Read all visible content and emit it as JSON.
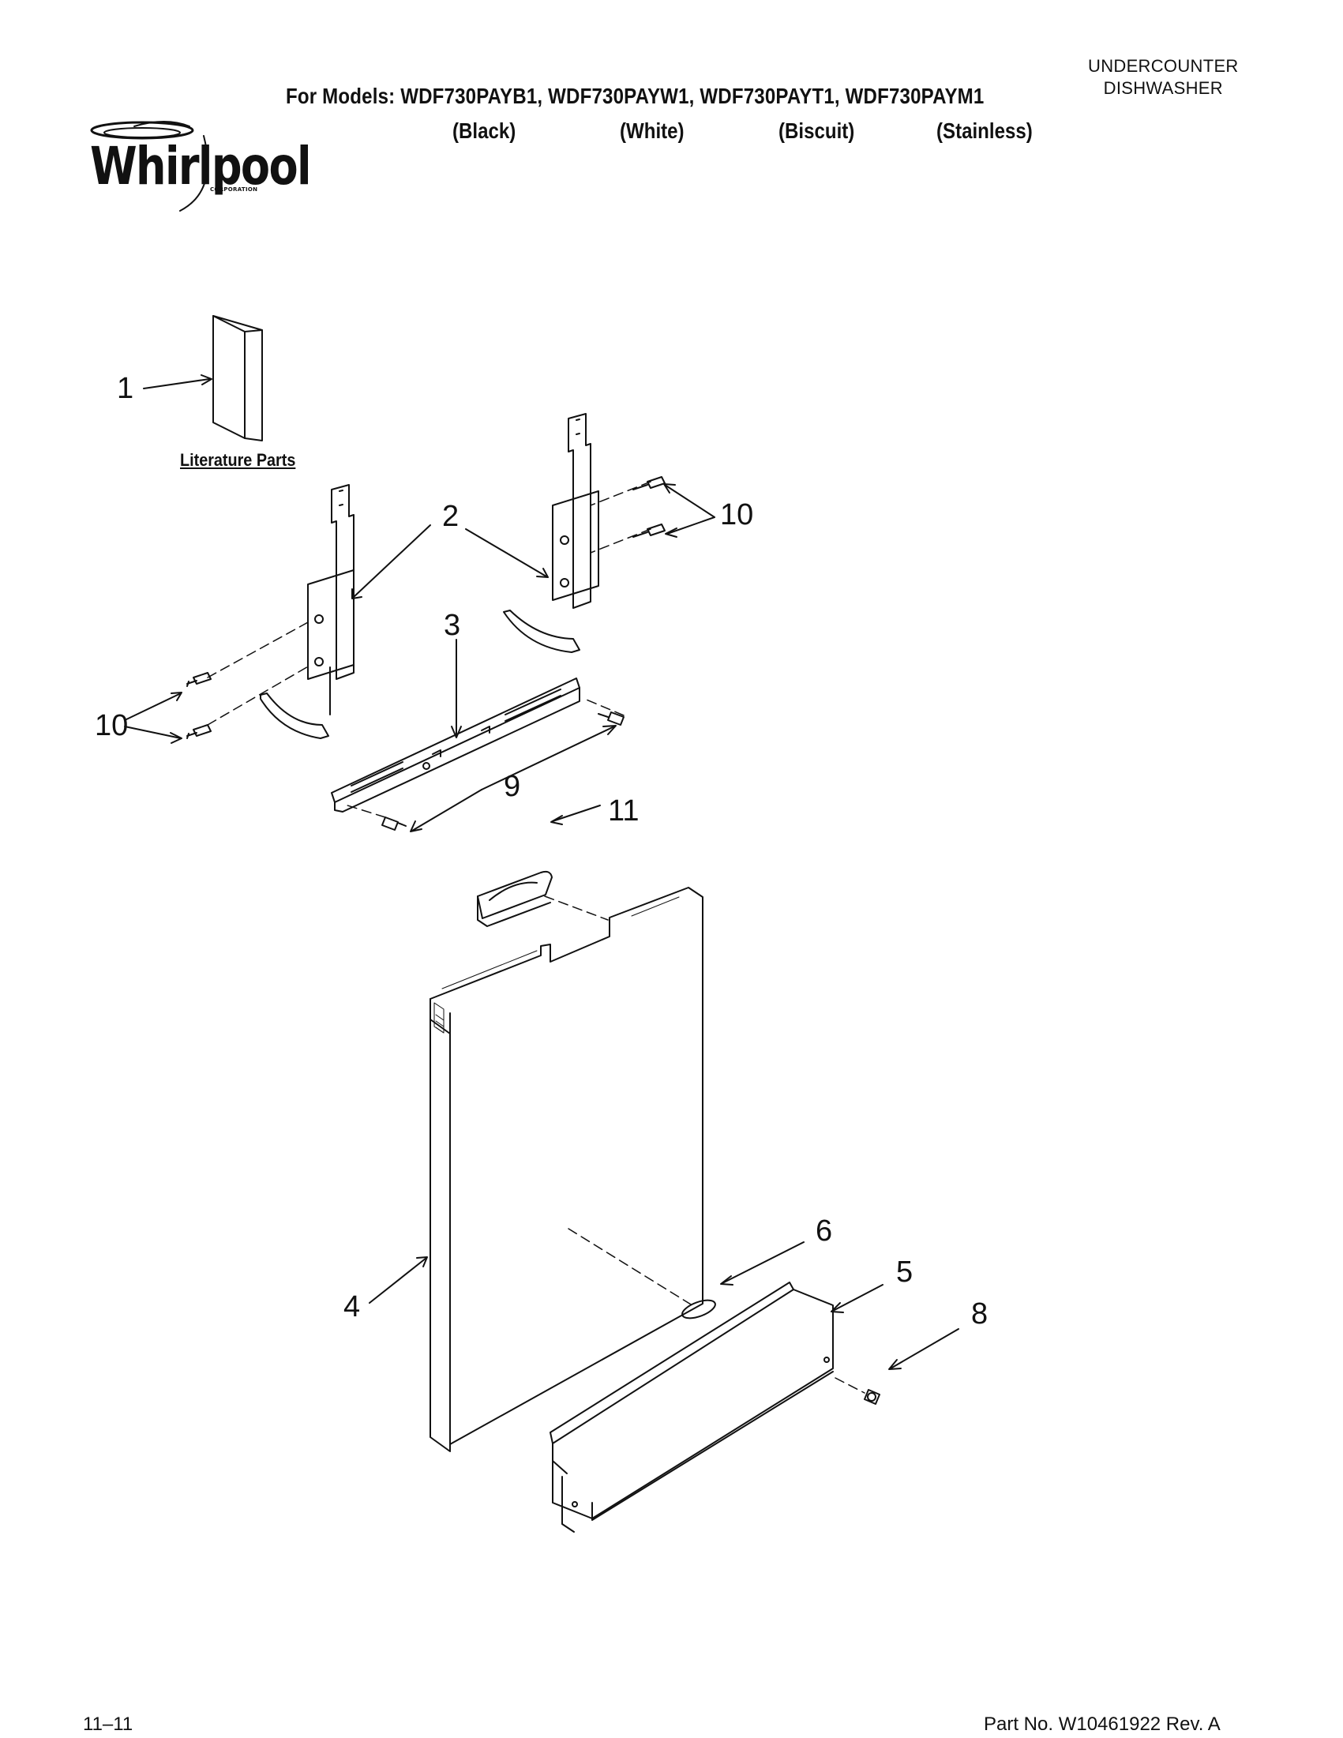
{
  "header": {
    "models_line": "For Models: WDF730PAYB1, WDF730PAYW1, WDF730PAYT1, WDF730PAYM1",
    "colors": [
      "(Black)",
      "(White)",
      "(Biscuit)",
      "(Stainless)"
    ],
    "category_line1": "UNDERCOUNTER",
    "category_line2": "DISHWASHER",
    "brand": "Whirlpool",
    "brand_sub": "CORPORATION"
  },
  "diagram": {
    "literature_label": "Literature Parts",
    "callouts": [
      "1",
      "2",
      "3",
      "4",
      "5",
      "6",
      "8",
      "9",
      "10",
      "10",
      "11"
    ]
  },
  "footer": {
    "date": "11–11",
    "part_number": "Part No. W10461922 Rev. A"
  }
}
